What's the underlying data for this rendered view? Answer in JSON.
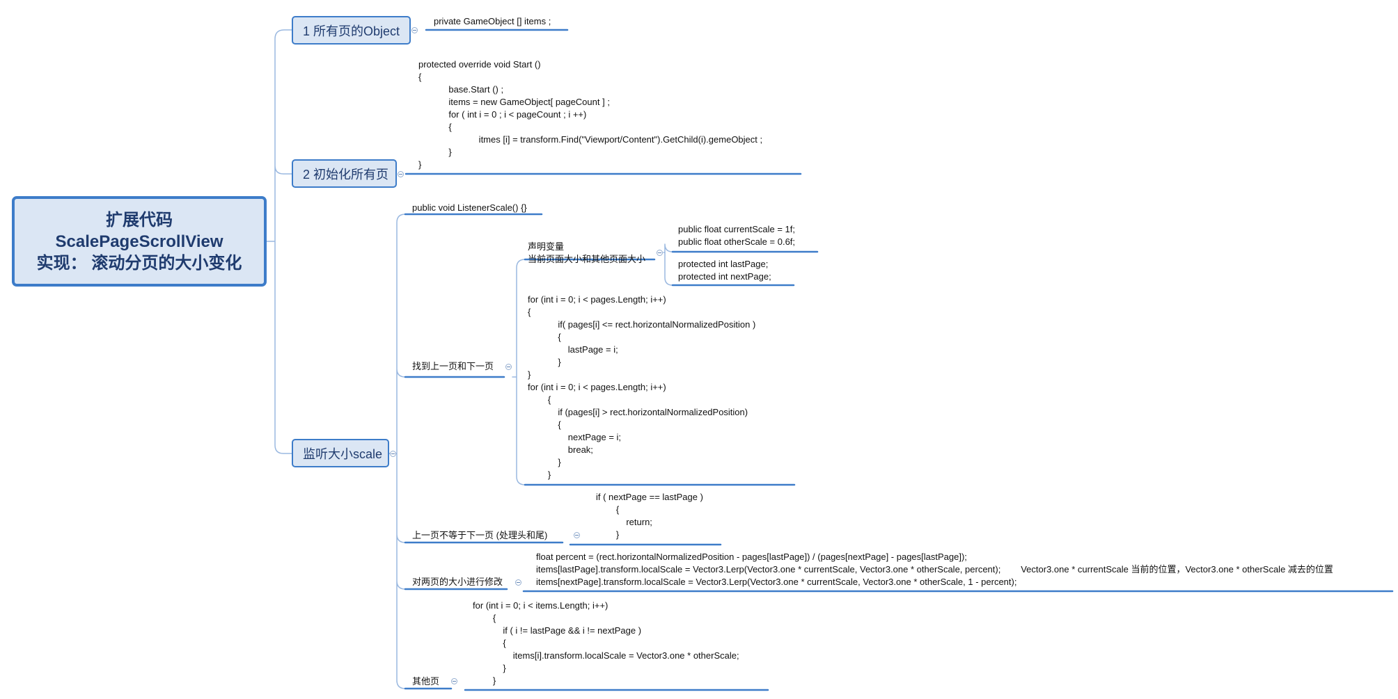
{
  "root": {
    "lines": [
      "扩展代码",
      "ScalePageScrollView",
      "实现： 滚动分页的大小变化"
    ]
  },
  "branches": [
    {
      "label": "1 所有页的Object",
      "code": [
        "private GameObject [] items ;"
      ]
    },
    {
      "label": "2 初始化所有页",
      "code": [
        "protected override void Start ()",
        "{",
        "            base.Start () ;",
        "            items = new GameObject[ pageCount ] ;",
        "            for ( int i = 0 ; i < pageCount ; i ++)",
        "            {",
        "                        itmes [i] = transform.Find(\"Viewport/Content\").GetChild(i).gemeObject ;",
        "            }",
        "}"
      ]
    },
    {
      "label": "监听大小scale",
      "listener": "public void ListenerScale() {}",
      "find": {
        "label": "找到上一页和下一页",
        "declare": {
          "label_lines": [
            "声明变量",
            "当前页面大小和其他页面大小"
          ],
          "groups": [
            [
              "public float currentScale = 1f;",
              "public float otherScale = 0.6f;"
            ],
            [
              "protected  int lastPage;",
              "protected  int nextPage;"
            ]
          ]
        },
        "code": [
          "for (int i = 0; i < pages.Length; i++)",
          "{",
          "            if( pages[i] <= rect.horizontalNormalizedPosition )",
          "            {",
          "                lastPage = i;",
          "            }",
          "}",
          "for (int i = 0; i < pages.Length; i++)",
          "        {",
          "            if (pages[i] > rect.horizontalNormalizedPosition)",
          "            {",
          "                nextPage = i;",
          "                break;",
          "            }",
          "        }"
        ]
      },
      "notequal": {
        "label": "上一页不等于下一页    (处理头和尾)",
        "code": [
          "if ( nextPage == lastPage )",
          "        {",
          "            return;",
          "        }"
        ]
      },
      "modify": {
        "label": "对两页的大小进行修改",
        "code": [
          "float percent = (rect.horizontalNormalizedPosition - pages[lastPage]) / (pages[nextPage] - pages[lastPage]);",
          "items[lastPage].transform.localScale = Vector3.Lerp(Vector3.one * currentScale, Vector3.one * otherScale, percent);        Vector3.one * currentScale 当前的位置，Vector3.one * otherScale 减去的位置",
          "items[nextPage].transform.localScale = Vector3.Lerp(Vector3.one * currentScale, Vector3.one * otherScale, 1 - percent);"
        ]
      },
      "others": {
        "label": "其他页",
        "code": [
          "for (int i = 0; i < items.Length; i++)",
          "        {",
          "            if ( i != lastPage && i != nextPage )",
          "            {",
          "                items[i].transform.localScale = Vector3.one * otherScale;",
          "            }",
          "        }"
        ]
      }
    }
  ],
  "colors": {
    "accent": "#3d7cc9",
    "node_fill": "#dbe6f4",
    "node_text": "#1f3b6e",
    "connector": "#9ab8e0"
  }
}
